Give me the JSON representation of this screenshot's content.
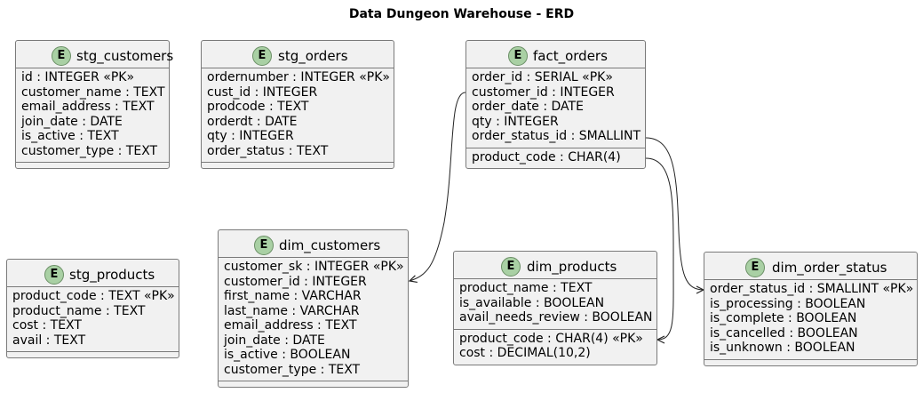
{
  "title": "Data Dungeon Warehouse - ERD",
  "badge": "E",
  "entities": {
    "stg_customers": {
      "name": "stg_customers",
      "fields": [
        "id : INTEGER «PK»",
        "customer_name : TEXT",
        "email_address : TEXT",
        "join_date : DATE",
        "is_active : TEXT",
        "customer_type : TEXT"
      ]
    },
    "stg_orders": {
      "name": "stg_orders",
      "fields": [
        "ordernumber : INTEGER «PK»",
        "cust_id : INTEGER",
        "prodcode : TEXT",
        "orderdt : DATE",
        "qty : INTEGER",
        "order_status : TEXT"
      ]
    },
    "fact_orders": {
      "name": "fact_orders",
      "fields": [
        "order_id : SERIAL «PK»",
        "customer_id : INTEGER",
        "order_date : DATE",
        "qty : INTEGER",
        "order_status_id : SMALLINT"
      ],
      "fields2": [
        "product_code : CHAR(4)"
      ]
    },
    "stg_products": {
      "name": "stg_products",
      "fields": [
        "product_code : TEXT «PK»",
        "product_name : TEXT",
        "cost : TEXT",
        "avail : TEXT"
      ]
    },
    "dim_customers": {
      "name": "dim_customers",
      "fields": [
        "customer_sk : INTEGER «PK»",
        "customer_id : INTEGER",
        "first_name : VARCHAR",
        "last_name : VARCHAR",
        "email_address : TEXT",
        "join_date : DATE",
        "is_active : BOOLEAN",
        "customer_type : TEXT"
      ]
    },
    "dim_products": {
      "name": "dim_products",
      "fields": [
        "product_name : TEXT",
        "is_available : BOOLEAN",
        "avail_needs_review : BOOLEAN"
      ],
      "fields2": [
        "product_code : CHAR(4) «PK»",
        "cost : DECIMAL(10,2)"
      ]
    },
    "dim_order_status": {
      "name": "dim_order_status",
      "fields": [
        "order_status_id : SMALLINT «PK»",
        "is_processing : BOOLEAN",
        "is_complete : BOOLEAN",
        "is_cancelled : BOOLEAN",
        "is_unknown : BOOLEAN"
      ]
    }
  },
  "relationships": [
    {
      "from": "fact_orders.customer_id",
      "to": "dim_customers"
    },
    {
      "from": "fact_orders.product_code",
      "to": "dim_products"
    },
    {
      "from": "fact_orders.order_status_id",
      "to": "dim_order_status"
    }
  ],
  "colors": {
    "entity_bg": "#f1f1f1",
    "border": "#7a7a7a",
    "badge": "#a9d0a4"
  }
}
